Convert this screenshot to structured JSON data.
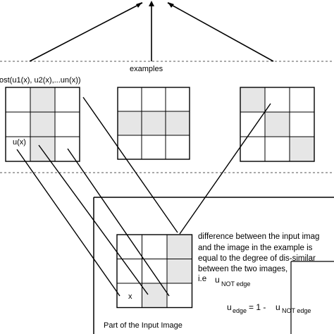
{
  "labels": {
    "examples": "examples",
    "cost_fn": "ost(u1(x), u2(x),...un(x))",
    "ux": "u(x)",
    "x": "x",
    "part_of_input": "Part of the Input Image"
  },
  "note": {
    "line1": "difference between the input imag",
    "line2": "and the image in the example is",
    "line3": "equal to the degree of dis-similar",
    "line4": "between the two images,",
    "ie": "i.e",
    "u": "u",
    "not_edge": "NOT edge"
  },
  "formula": {
    "u": "u",
    "edge": "edge",
    "equals": "= 1 -",
    "u2": "u",
    "not_edge": "NOT edge"
  },
  "grids": {
    "example_1_shaded": [
      [
        0,
        1
      ],
      [
        1,
        1
      ],
      [
        2,
        1
      ]
    ],
    "example_2_shaded": [
      [
        1,
        0
      ],
      [
        1,
        1
      ],
      [
        1,
        2
      ]
    ],
    "example_3_shaded": [
      [
        0,
        0
      ],
      [
        1,
        1
      ],
      [
        2,
        2
      ]
    ],
    "input_shaded": [
      [
        0,
        2
      ],
      [
        1,
        2
      ],
      [
        2,
        1
      ]
    ]
  },
  "colors": {
    "shade": "#e6e6e6",
    "line": "#000000",
    "dash": "#555555"
  }
}
